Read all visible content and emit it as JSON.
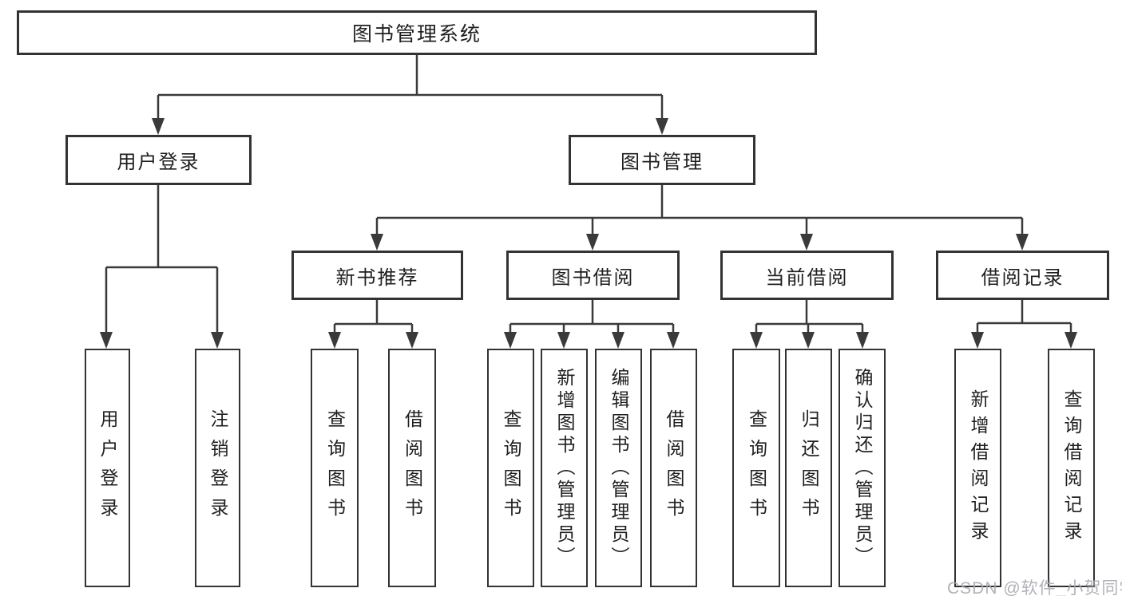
{
  "diagram": {
    "colors": {
      "line": "#3a3a3a",
      "box_border": "#333333",
      "text": "#1f1f1f",
      "watermark": "#a9a9b2",
      "background": "#ffffff"
    },
    "watermark": "CSDN @软件_小贺同学",
    "tree": {
      "root": {
        "label": "图书管理系统"
      },
      "branches": [
        {
          "label": "用户登录",
          "children": [
            {
              "label": "用户登录"
            },
            {
              "label": "注销登录"
            }
          ]
        },
        {
          "label": "图书管理",
          "children": [
            {
              "label": "新书推荐",
              "children": [
                {
                  "label": "查询图书"
                },
                {
                  "label": "借阅图书"
                }
              ]
            },
            {
              "label": "图书借阅",
              "children": [
                {
                  "label": "查询图书"
                },
                {
                  "label": "新增图书（管理员）"
                },
                {
                  "label": "编辑图书（管理员）"
                },
                {
                  "label": "借阅图书"
                }
              ]
            },
            {
              "label": "当前借阅",
              "children": [
                {
                  "label": "查询图书"
                },
                {
                  "label": "归还图书"
                },
                {
                  "label": "确认归还（管理员）"
                }
              ]
            },
            {
              "label": "借阅记录",
              "children": [
                {
                  "label": "新增借阅记录"
                },
                {
                  "label": "查询借阅记录"
                }
              ]
            }
          ]
        }
      ]
    }
  }
}
